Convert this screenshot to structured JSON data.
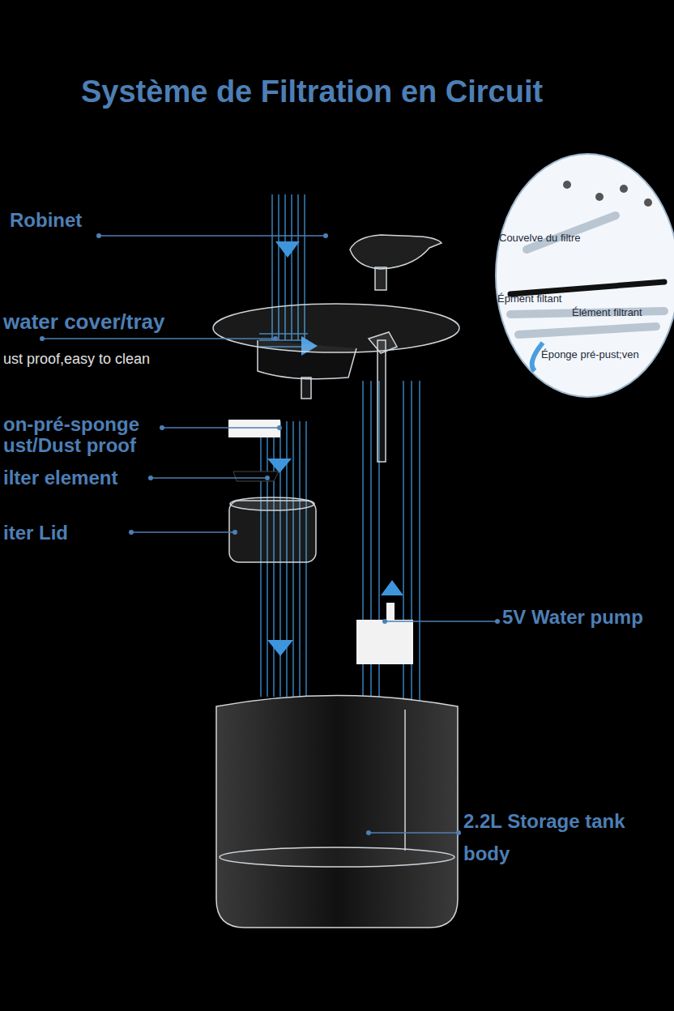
{
  "diagram": {
    "title": "Système de Filtration en Circuit",
    "nodes": [
      {
        "text": [
          "Couvelve du filtre",
          "Épment filtant",
          "Élément filtrant",
          "Éponge pré-pust;ven"
        ]
      }
    ],
    "labels": [
      "Robinet",
      "water cover/tray",
      "ust proof,easy to clean",
      "on-pré-sponge",
      "ust/Dust proof",
      "ilter element",
      "iter Lid",
      "5V Water pump",
      "2.2L Storage tank body"
    ]
  }
}
